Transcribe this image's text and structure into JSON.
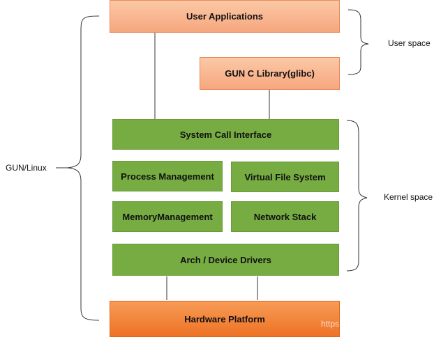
{
  "boxes": {
    "user_applications": "User Applications",
    "glibc": "GUN C Library(glibc)",
    "system_call_interface": "System Call Interface",
    "process_management": "Process Management",
    "virtual_file_system": "Virtual File System",
    "memory_management": "MemoryManagement",
    "network_stack": "Network Stack",
    "arch_device_drivers": "Arch / Device Drivers",
    "hardware_platform": "Hardware Platform"
  },
  "labels": {
    "gnu_linux": "GUN/Linux",
    "user_space": "User space",
    "kernel_space": "Kernel space"
  },
  "watermark": "https",
  "colors": {
    "user_box": "#f8b48e",
    "kernel_box": "#76ac42",
    "hardware_box": "#ee7225",
    "lines": "#333333"
  }
}
